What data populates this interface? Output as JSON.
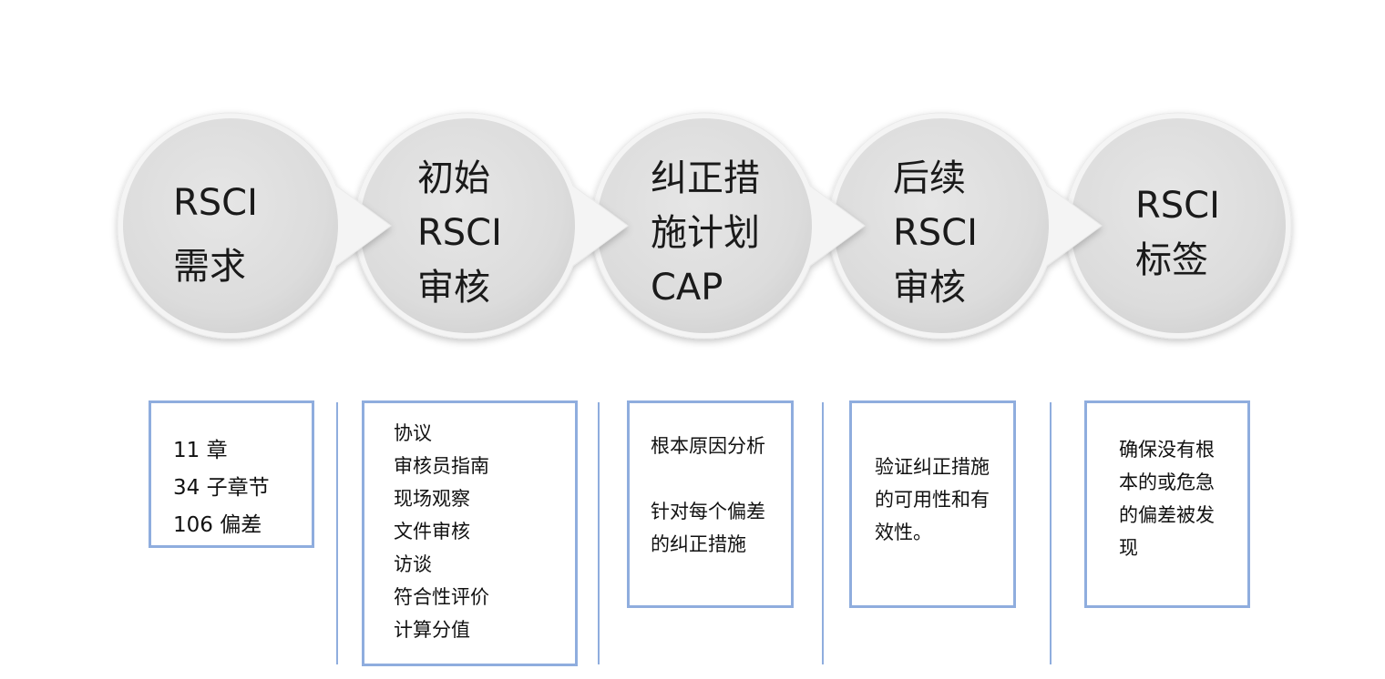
{
  "steps": [
    {
      "lines": [
        "RSCI",
        "需求"
      ]
    },
    {
      "lines": [
        "初始",
        "RSCI",
        "审核"
      ]
    },
    {
      "lines": [
        "纠正措",
        "施计划",
        "CAP"
      ]
    },
    {
      "lines": [
        "后续",
        "RSCI",
        "审核"
      ]
    },
    {
      "lines": [
        "RSCI",
        "标签"
      ]
    }
  ],
  "details": [
    {
      "lines": [
        "11 章",
        "34 子章节",
        "106 偏差"
      ]
    },
    {
      "lines": [
        "协议",
        "审核员指南",
        "现场观察",
        "文件审核",
        "访谈",
        "符合性评价",
        "计算分值"
      ]
    },
    {
      "lines": [
        "根本原因分析",
        "",
        "针对每个偏差",
        "的纠正措施"
      ]
    },
    {
      "lines": [
        "验证纠正措施",
        "的可用性和有",
        "效性。"
      ]
    },
    {
      "lines": [
        "确保没有根",
        "本的或危急",
        "的偏差被发",
        "现"
      ]
    }
  ],
  "colors": {
    "circle_fill": "#e2e2e2",
    "box_border": "#8fadde"
  }
}
